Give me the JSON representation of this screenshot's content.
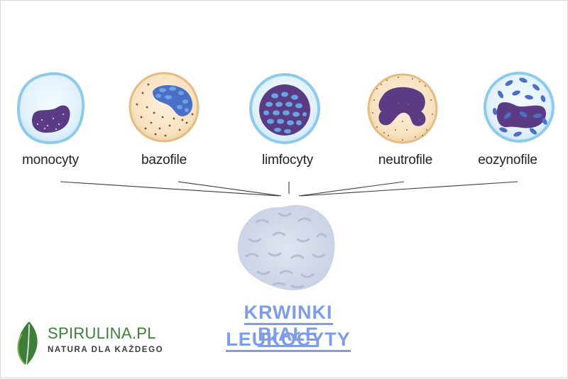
{
  "cells": [
    {
      "label": "monocyty",
      "icon": "monocyte-cell-icon"
    },
    {
      "label": "bazofile",
      "icon": "basophil-cell-icon"
    },
    {
      "label": "limfocyty",
      "icon": "lymphocyte-cell-icon"
    },
    {
      "label": "neutrofile",
      "icon": "neutrophil-cell-icon"
    },
    {
      "label": "eozynofile",
      "icon": "eosinophil-cell-icon"
    }
  ],
  "title": {
    "line1": "KRWINKI BIAŁE",
    "line2": "LEUKOCYTY",
    "color": "#7e9ce9"
  },
  "brand": {
    "name": "SPIRULINA.PL",
    "tagline": "NATURA DLA KAŻDEGO",
    "color": "#3c7f39",
    "icon": "leaf-logo-icon"
  },
  "colors": {
    "cell_blue_light": "#dff0fb",
    "cell_beige": "#f8e4c3",
    "nucleus_purple": "#5b3b83",
    "nucleus_blue": "#4b6fc4"
  }
}
